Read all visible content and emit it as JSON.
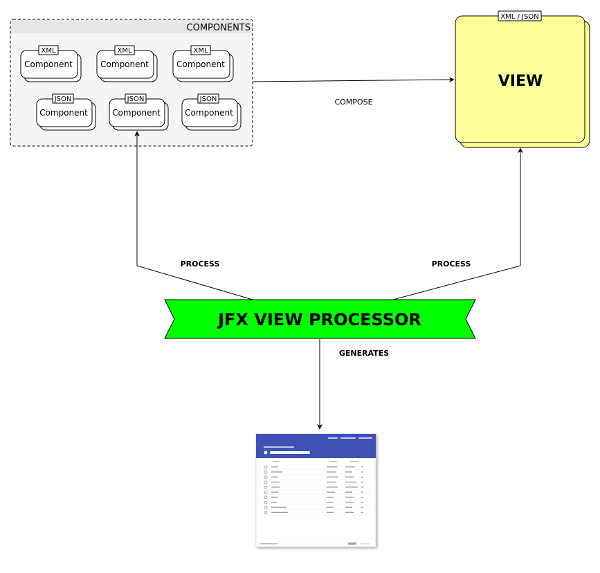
{
  "components_group": {
    "title": "COMPONENTS",
    "xml_components": [
      {
        "tag": "XML",
        "label": "Component"
      },
      {
        "tag": "XML",
        "label": "Component"
      },
      {
        "tag": "XML",
        "label": "Component"
      }
    ],
    "json_components": [
      {
        "tag": "JSON",
        "label": "Component"
      },
      {
        "tag": "JSON",
        "label": "Component"
      },
      {
        "tag": "JSON",
        "label": "Component"
      }
    ]
  },
  "view": {
    "tag": "XML / JSON",
    "label": "VIEW"
  },
  "processor": {
    "label": "JFX VIEW PROCESSOR"
  },
  "edges": {
    "compose": "COMPOSE",
    "process_left": "PROCESS",
    "process_right": "PROCESS",
    "generates": "GENERATES"
  },
  "colors": {
    "group_fill": "#f5f5f5",
    "group_header": "#e6e6e6",
    "view_fill": "#ffff99",
    "processor_fill": "#00ff00",
    "app_header": "#3f51b5",
    "app_accent": "#7986cb",
    "stroke": "#000000"
  }
}
